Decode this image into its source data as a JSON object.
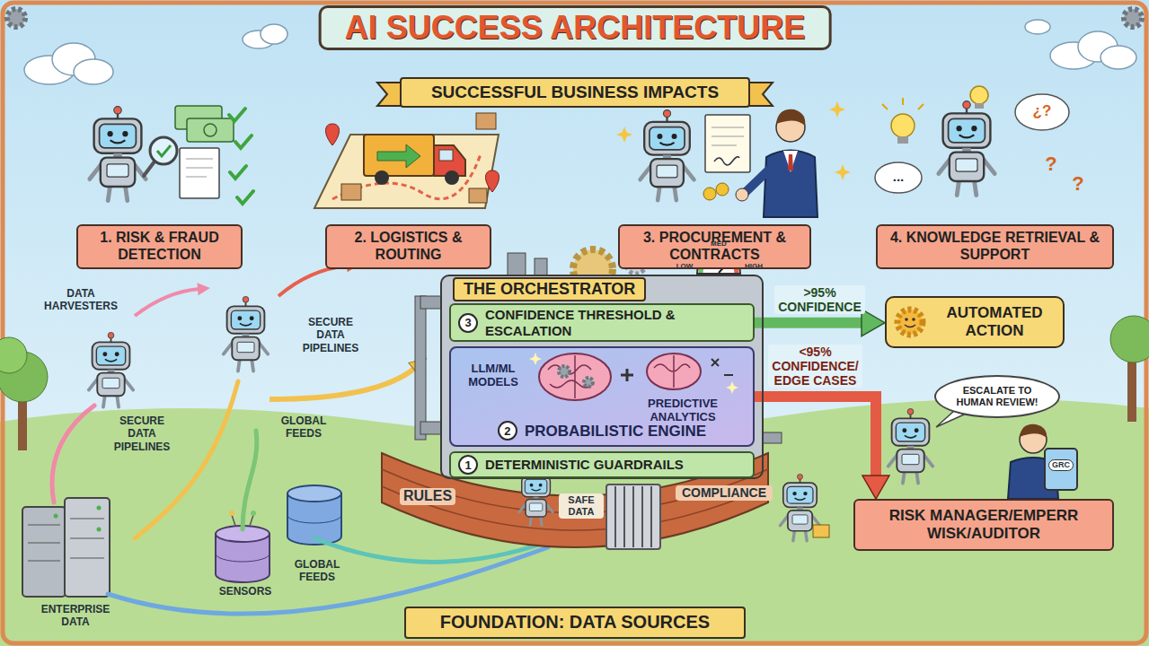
{
  "diagram": {
    "title": "AI SUCCESS ARCHITECTURE",
    "nodes": [
      {
        "text": [
          "SUCCESSFUL BUSINESS IMPACTS"
        ]
      },
      {
        "text": [
          "1. RISK & FRAUD DETECTION"
        ]
      },
      {
        "text": [
          "2. LOGISTICS & ROUTING"
        ]
      },
      {
        "text": [
          "3. PROCUREMENT & CONTRACTS"
        ]
      },
      {
        "text": [
          "4. KNOWLEDGE RETRIEVAL & SUPPORT"
        ]
      },
      {
        "text": [
          "THE ORCHESTRATOR"
        ]
      },
      {
        "text": [
          "3",
          "CONFIDENCE THRESHOLD & ESCALATION"
        ],
        "in": 5
      },
      {
        "text": [
          "2",
          "PROBABILISTIC ENGINE"
        ],
        "in": 5
      },
      {
        "text": [
          "LLM/ML MODELS"
        ],
        "in": 7
      },
      {
        "text": [
          "PREDICTIVE ANALYTICS"
        ],
        "in": 7
      },
      {
        "text": [
          "1",
          "DETERMINISTIC GUARDRAILS"
        ],
        "in": 5
      },
      {
        "text": [
          "AUTOMATED ACTION"
        ]
      },
      {
        "text": [
          "ESCALATE TO HUMAN REVIEW!"
        ]
      },
      {
        "text": [
          "RISK MANAGER/EMPERR WISK/AUDITOR"
        ]
      },
      {
        "text": [
          "FOUNDATION: DATA SOURCES"
        ]
      }
    ],
    "edges": [
      {
        "from": 6,
        "to": 11,
        "arrow": "to",
        "label": ">95% CONFIDENCE"
      },
      {
        "from": 7,
        "to": 13,
        "arrow": "to",
        "label": "<95% CONFIDENCE/ EDGE CASES"
      }
    ],
    "labels": [
      "...",
      "¿?",
      "?",
      "?",
      "DATA HARVESTERS",
      "LOW",
      "MED",
      "HIGH",
      "SECURE DATA PIPELINES",
      "SECURE DATA PIPELINES",
      "GLOBAL FEEDS",
      "GRC",
      "RULES",
      "SAFE DATA",
      "COMPLIANCE",
      "GLOBAL FEEDS",
      "SENSORS",
      "ENTERPRISE DATA"
    ]
  }
}
